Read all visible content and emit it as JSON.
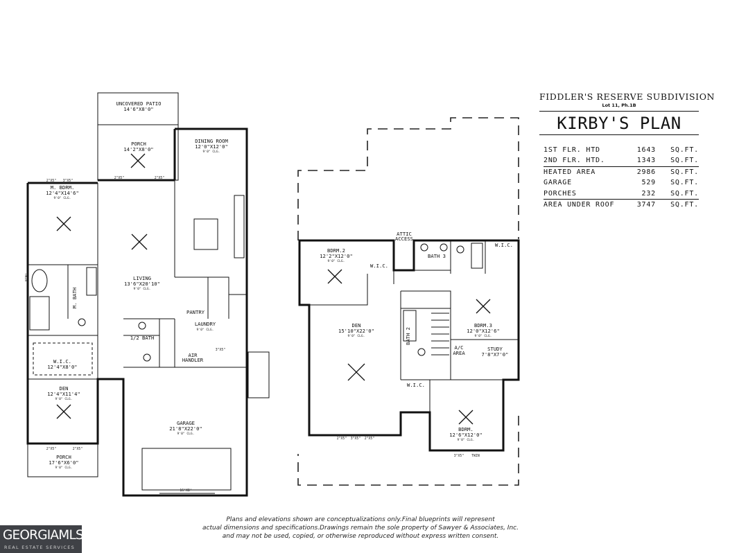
{
  "title_block": {
    "subdivision": "FIDDLER'S RESERVE SUBDIVISION",
    "lot": "Lot 11, Ph.1B",
    "plan_name": "KIRBY'S PLAN",
    "areas": [
      {
        "label": "1ST FLR. HTD",
        "value": "1643",
        "unit": "SQ.FT."
      },
      {
        "label": "2ND FLR. HTD.",
        "value": "1343",
        "unit": "SQ.FT."
      },
      {
        "label": "HEATED AREA",
        "value": "2986",
        "unit": "SQ.FT."
      },
      {
        "label": "GARAGE",
        "value": "529",
        "unit": "SQ.FT."
      },
      {
        "label": "PORCHES",
        "value": "232",
        "unit": "SQ.FT."
      },
      {
        "label": "AREA UNDER ROOF",
        "value": "3747",
        "unit": "SQ.FT."
      }
    ]
  },
  "first_floor": {
    "uncovered_patio": {
      "name": "UNCOVERED PATIO",
      "size": "14'6\"X8'0\""
    },
    "porch_rear": {
      "name": "PORCH",
      "size": "14'2\"X8'0\""
    },
    "dining_room": {
      "name": "DINING ROOM",
      "size": "12'0\"X12'0\""
    },
    "master_bedroom": {
      "name": "M. BDRM.",
      "size": "12'4\"X14'6\""
    },
    "living": {
      "name": "LIVING",
      "size": "13'6\"X20'10\""
    },
    "master_bath": {
      "name": "M. BATH"
    },
    "pantry": {
      "name": "PANTRY"
    },
    "laundry": {
      "name": "LAUNDRY"
    },
    "half_bath": {
      "name": "1/2 BATH"
    },
    "air_handler": {
      "line1": "AIR",
      "line2": "HANDLER"
    },
    "wic": {
      "name": "W.I.C.",
      "size": "12'4\"X8'0\""
    },
    "den": {
      "name": "DEN",
      "size": "12'4\"X11'4\""
    },
    "garage": {
      "name": "GARAGE",
      "size": "21'8\"X22'0\""
    },
    "porch_front": {
      "name": "PORCH",
      "size": "17'6\"X6'0\""
    },
    "ceiling": "9'0\" CLG.",
    "window_2x5": "2\"X5\"",
    "window_3x5": "3\"X5\"",
    "twin": "TWIN",
    "garage_door": "16'X8'"
  },
  "second_floor": {
    "attic_access": {
      "line1": "ATTIC",
      "line2": "ACCESS"
    },
    "bedroom2": {
      "name": "BDRM.2",
      "size": "12'2\"X12'0\""
    },
    "bath3": {
      "name": "BATH 3"
    },
    "wic_a": {
      "name": "W.I.C."
    },
    "wic_b": {
      "name": "W.I.C."
    },
    "wic_c": {
      "name": "W.I.C."
    },
    "den": {
      "name": "DEN",
      "size": "15'10\"X22'0\""
    },
    "bath2": {
      "name": "BATH 2"
    },
    "bedroom3": {
      "name": "BDRM.3",
      "size": "12'0\"X12'6\""
    },
    "ac_area": {
      "line1": "A/C",
      "line2": "AREA"
    },
    "study": {
      "name": "STUDY",
      "size": "7'8\"X7'0\""
    },
    "bedroom": {
      "name": "BDRM.",
      "size": "12'6\"X12'0\""
    },
    "ceiling": "9'0\" CLG.",
    "window_2x5": "2\"X5\"",
    "window_3x5": "3\"X5\"",
    "twin": "TWIN"
  },
  "disclaimer": {
    "line1": "Plans and elevations shown are conceptualizations only.Final blueprints will represent",
    "line2": "actual dimensions and specifications.Drawings remain the sole property of Sawyer & Associates, Inc.",
    "line3": "and may not be used, copied, or otherwise reproduced without express written consent."
  },
  "logo": {
    "name": "GEORGIAMLS",
    "tagline": "REAL ESTATE SERVICES"
  }
}
